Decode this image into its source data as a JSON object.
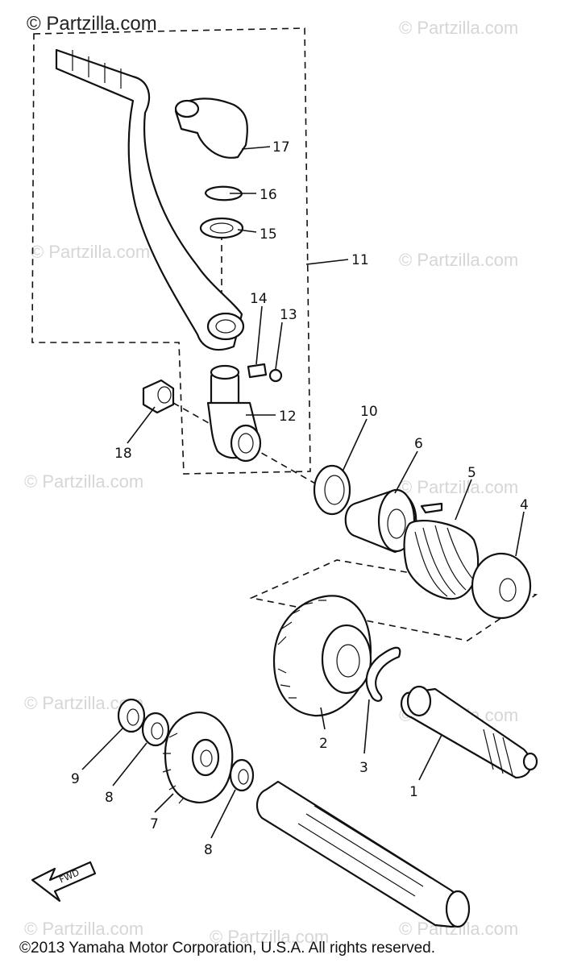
{
  "watermarks": [
    "© Partzilla.com",
    "© Partzilla.com",
    "© Partzilla.com",
    "© Partzilla.com",
    "© Partzilla.com",
    "© Partzilla.com",
    "© Partzilla.com",
    "© Partzilla.com",
    "© Partzilla.com",
    "© Partzilla.com",
    "© Partzilla.com"
  ],
  "callouts": [
    "1",
    "2",
    "3",
    "4",
    "5",
    "6",
    "7",
    "8",
    "8",
    "9",
    "10",
    "11",
    "12",
    "13",
    "14",
    "15",
    "16",
    "17",
    "18"
  ],
  "fwd_label": "FWD",
  "copyright": "©2013 Yamaha Motor Corporation, U.S.A. All rights reserved."
}
